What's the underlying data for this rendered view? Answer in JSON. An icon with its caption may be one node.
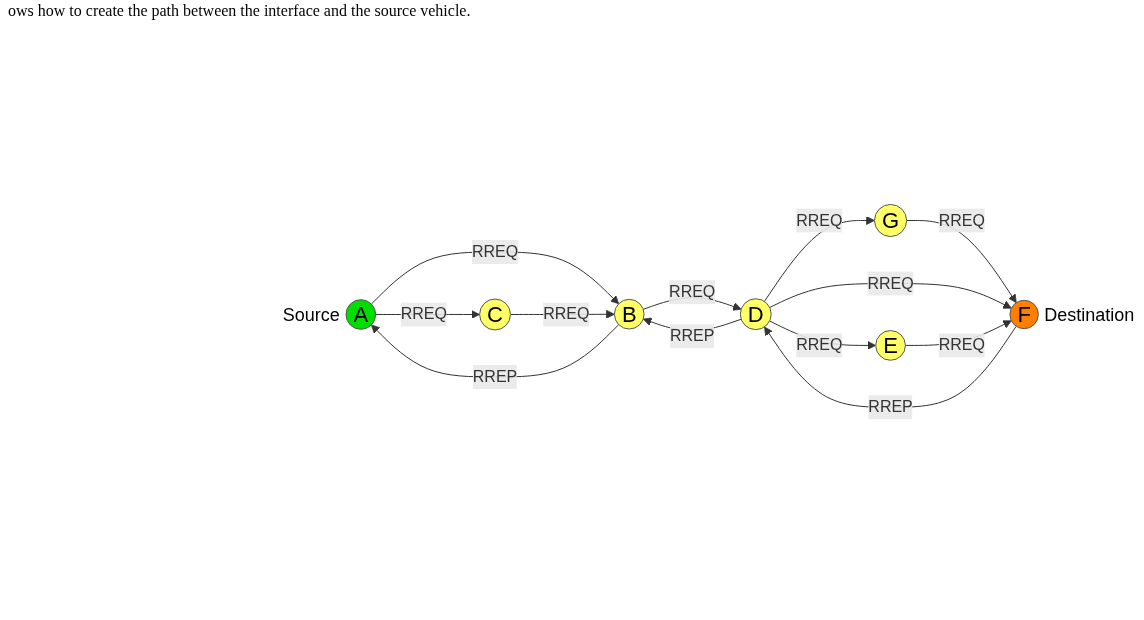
{
  "diagram": {
    "caption": "ows how to create the path between the interface and the source vehicle.",
    "nodes": [
      {
        "text": [
          "A"
        ],
        "beside": [
          "Source"
        ]
      },
      {
        "text": [
          "B"
        ]
      },
      {
        "text": [
          "C"
        ]
      },
      {
        "text": [
          "D"
        ]
      },
      {
        "text": [
          "G"
        ]
      },
      {
        "text": [
          "E"
        ]
      },
      {
        "text": [
          "F"
        ],
        "beside": [
          "Destination"
        ]
      }
    ],
    "edges": [
      {
        "from": 0,
        "to": 1,
        "arrow": "to",
        "label": "RREQ"
      },
      {
        "from": 1,
        "to": 0,
        "arrow": "to",
        "label": "RREP"
      },
      {
        "from": 0,
        "to": 2,
        "arrow": "to",
        "label": "RREQ"
      },
      {
        "from": 2,
        "to": 1,
        "arrow": "to",
        "label": "RREQ"
      },
      {
        "from": 1,
        "to": 3,
        "arrow": "to",
        "label": "RREQ"
      },
      {
        "from": 3,
        "to": 1,
        "arrow": "to",
        "label": "RREP"
      },
      {
        "from": 3,
        "to": 4,
        "arrow": "to",
        "label": "RREQ"
      },
      {
        "from": 4,
        "to": 6,
        "arrow": "to",
        "label": "RREQ"
      },
      {
        "from": 3,
        "to": 6,
        "arrow": "to",
        "label": "RREQ"
      },
      {
        "from": 6,
        "to": 3,
        "arrow": "to",
        "label": "RREP"
      },
      {
        "from": 3,
        "to": 5,
        "arrow": "to",
        "label": "RREQ"
      },
      {
        "from": 5,
        "to": 6,
        "arrow": "to",
        "label": "RREQ"
      }
    ]
  }
}
